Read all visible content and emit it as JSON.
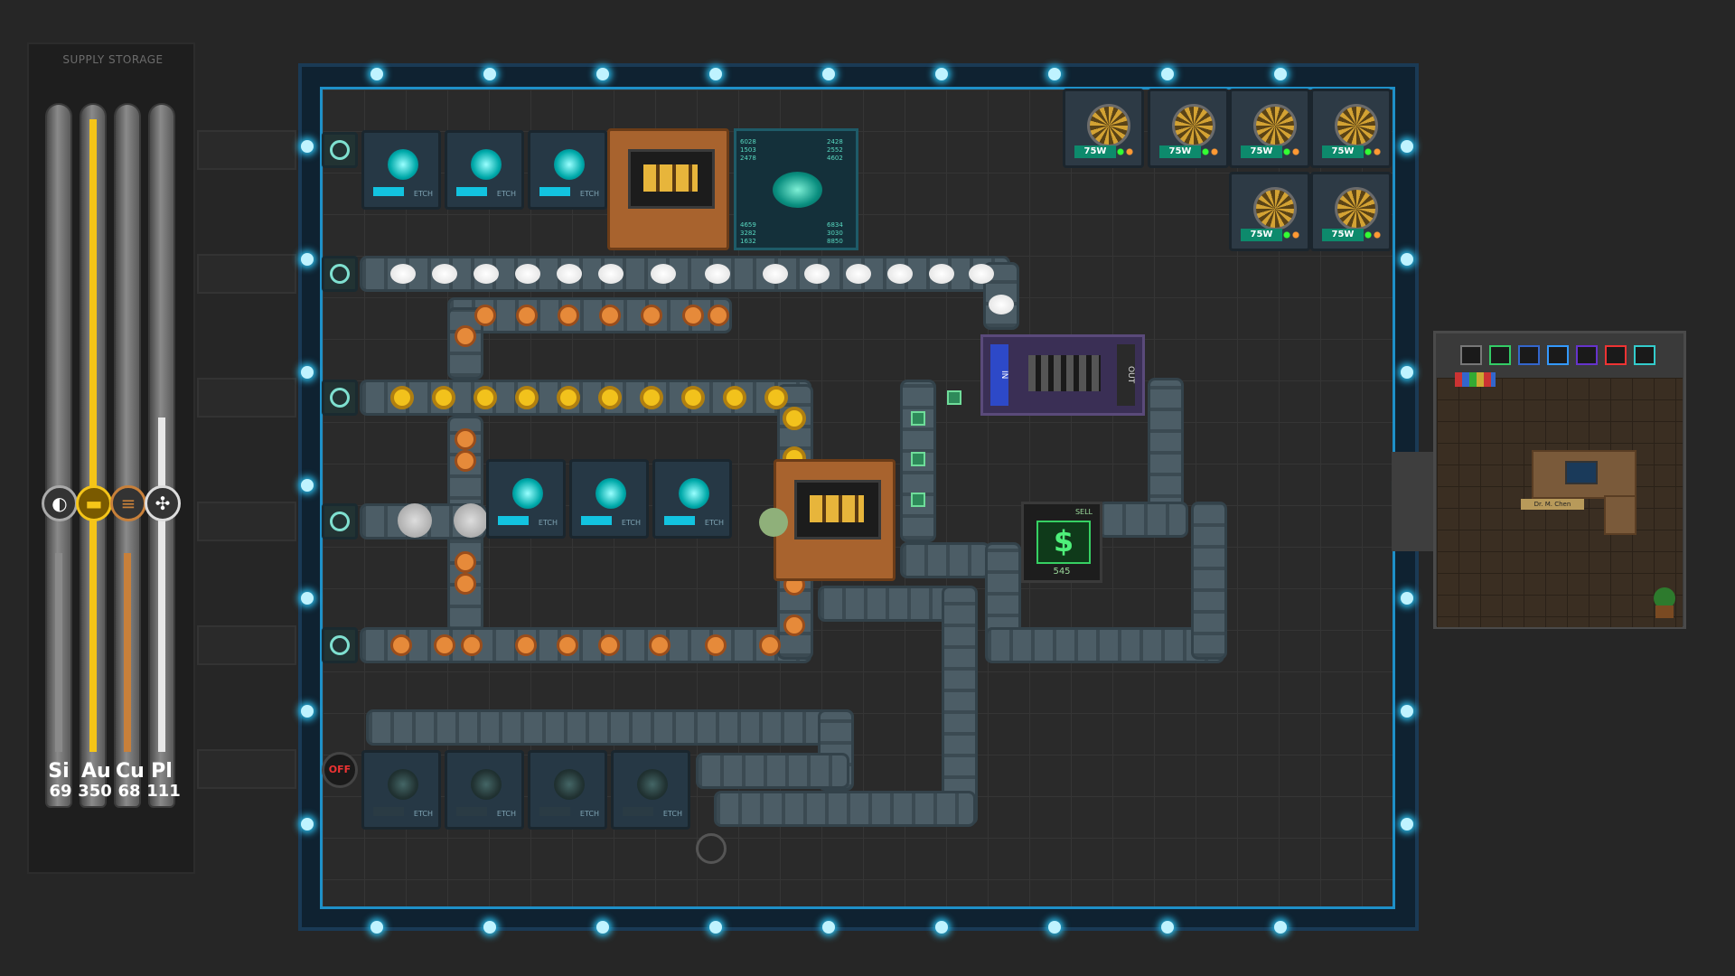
{
  "storage": {
    "title": "SUPPLY STORAGE",
    "resources": [
      {
        "symbol": "Si",
        "amount": "69",
        "color": "#a9a9a9",
        "icon": "silicon-icon",
        "fill_fraction": 0.27
      },
      {
        "symbol": "Au",
        "amount": "350",
        "color": "#f5c518",
        "icon": "gold-bar-icon",
        "fill_fraction": 0.85
      },
      {
        "symbol": "Cu",
        "amount": "68",
        "color": "#c8803a",
        "icon": "copper-coil-icon",
        "fill_fraction": 0.27
      },
      {
        "symbol": "Pl",
        "amount": "111",
        "color": "#e8e8e8",
        "icon": "plastic-icon",
        "fill_fraction": 0.45
      }
    ]
  },
  "power_units": [
    {
      "label": "75W"
    },
    {
      "label": "75W"
    },
    {
      "label": "75W"
    },
    {
      "label": "75W"
    },
    {
      "label": "75W"
    },
    {
      "label": "75W"
    }
  ],
  "machines": {
    "etch_label": "ETCH",
    "switch_label": "OFF",
    "io_in": "IN",
    "io_out": "OUT",
    "sell": {
      "label": "SELL",
      "symbol": "$",
      "value": "545"
    },
    "scanner_readouts": [
      "6028",
      "1503",
      "2478",
      "2428",
      "2552",
      "4602",
      "4659",
      "3282",
      "1632",
      "6834",
      "3030",
      "8850"
    ]
  },
  "office": {
    "nameplate": "Dr. M. Chen",
    "icons": [
      "staff-icon",
      "book-icon",
      "staff-icon",
      "globe-icon",
      "staff-icon",
      "diamond-icon",
      "staff-icon"
    ]
  },
  "colors": {
    "accent": "#1e90c8",
    "led": "#2bc0f0"
  }
}
